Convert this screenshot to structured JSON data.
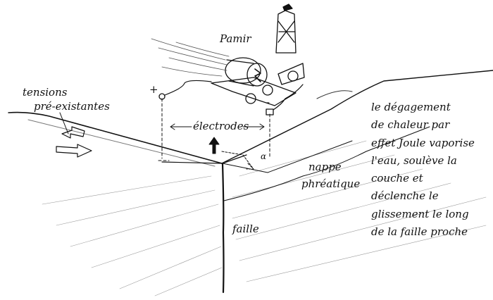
{
  "labels": {
    "truck": "Pamir",
    "tensions": [
      "tensions",
      "pré-existantes"
    ],
    "electrodes": "électrodes",
    "plus": "+",
    "minus": "-",
    "nappe": [
      "nappe",
      "phréatique"
    ],
    "faille": "faille",
    "angle": "α"
  },
  "note": [
    "le dégagement",
    "de chaleur par",
    "effet Joule vaporise",
    "l'eau, soulève la",
    "couche et",
    "déclenche le",
    "glissement le long",
    "de la faille proche"
  ],
  "colors": {
    "ink": "#111111",
    "shade": "#9a9a9a"
  }
}
